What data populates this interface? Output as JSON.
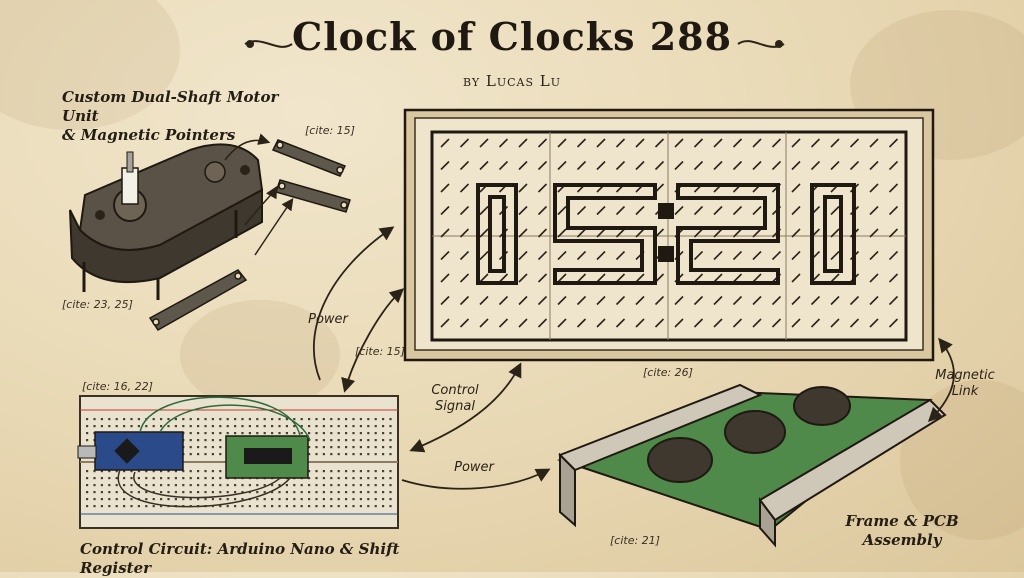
{
  "title": "Clock of Clocks 288",
  "byline": "by Lucas Lu",
  "display": {
    "time_text": "05:20",
    "digits": [
      "0",
      "5",
      "2",
      "0"
    ]
  },
  "labels": {
    "motor_unit": "Custom Dual-Shaft Motor Unit\n& Magnetic Pointers",
    "control_circuit": "Control Circuit: Arduino Nano & Shift Register",
    "frame_pcb": "Frame & PCB\nAssembly",
    "power_top": "Power",
    "power_bottom": "Power",
    "control_signal": "Control\nSignal",
    "magnetic_link": "Magnetic\nLink"
  },
  "citations": {
    "pointers": "[cite: 15]",
    "motor": "[cite: 23, 25]",
    "power_link": "[cite: 15]",
    "circuit": "[cite: 16, 22]",
    "display": "[cite: 26]",
    "frame": "[cite: 21]"
  },
  "colors": {
    "ink": "#2b2318",
    "paper": "#eadbb8",
    "pcb": "#4f8a4a",
    "nano": "#2a4a8a"
  }
}
